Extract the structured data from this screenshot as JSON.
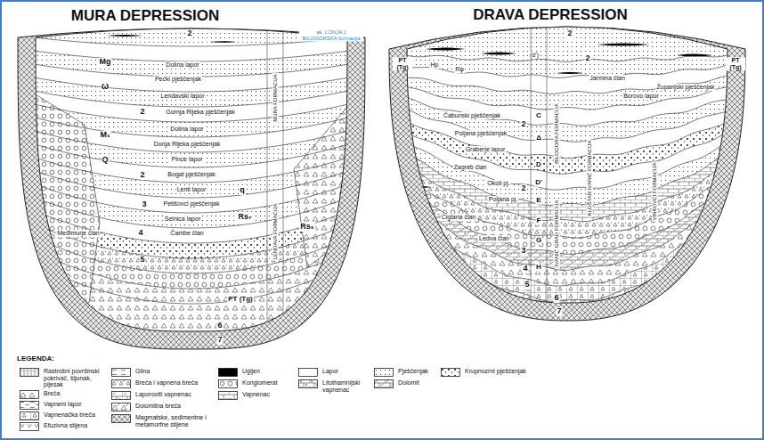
{
  "diagram": {
    "labels": [
      "MURA DEPRESSION",
      "DRAVA DEPRESSION",
      "2",
      "Mg",
      "ω",
      "Dolina lapor",
      "Pećki pješčenjak",
      "Lendavski lapor",
      "2",
      "Gornja Rijeka pješčenjak",
      "M₁",
      "Dolina lapor",
      "Donja Rijeka pješčenjak",
      "Q",
      "Pince lapor",
      "2",
      "Bogat pješčenjak",
      "Lenti lapor",
      "q",
      "Rs₇",
      "Rs₅",
      "3",
      "Petišovci pješčenjak",
      "Selnica lapor",
      "4",
      "Čambe član",
      "Međimurje član",
      "5",
      "PT (Tg)",
      "6",
      "7",
      "ak. LONJA 1 BILOGORSKA formacija",
      "MURA FORMACIJA",
      "LENDAVA FORMACIJA",
      "2",
      "2",
      "PT (Tg)",
      "PT (Tg)",
      "Hp",
      "Rφ",
      "(α')",
      "Jarmina član",
      "Županjski pješčenjak",
      "Borovo lapor",
      "C",
      "Δ",
      "D",
      "D'",
      "E",
      "F",
      "G",
      "H",
      "2",
      "2",
      "3",
      "4",
      "5",
      "6",
      "7",
      "Čabunski pješčenjak",
      "Poljana pješčenjak",
      "Graberje lapor",
      "Zagreb član",
      "Okoli pj.",
      "Poljana pj.",
      "Ciglana član",
      "Ledva član",
      "BILOGORA FORMACIJA",
      "IVANIĆ GRAD FORMACIJA",
      "KLOŠTAR IVANIĆ FORMACIJA",
      "VINKOVCI FORMACIJA",
      "LEGENDA:"
    ],
    "legend": [
      {
        "text": "Rastrošni površinski pokrivač, šljunak, pijesak"
      },
      {
        "text": "Breča"
      },
      {
        "text": "Vapneni lapor"
      },
      {
        "text": "Vapnenačka breča"
      },
      {
        "text": "Efuzivna stijena"
      },
      {
        "text": "Glina"
      },
      {
        "text": "Breča i vapnena breča"
      },
      {
        "text": "Laporoviti vapnenac"
      },
      {
        "text": "Dolomitna breča"
      },
      {
        "text": "Magmatske, sedimentne i metamorfne stijene"
      },
      {
        "text": "Ugljen",
        "color": "#000000"
      },
      {
        "text": "Konglomerat"
      },
      {
        "text": "Vapnenac"
      },
      {
        "text": "Lapor",
        "color": "#ffffff"
      },
      {
        "text": "Litothamnijski vapnenac"
      },
      {
        "text": "Pješčenjak"
      },
      {
        "text": "Dolomit"
      },
      {
        "text": "Krupnozrni pješčenjak"
      }
    ]
  }
}
